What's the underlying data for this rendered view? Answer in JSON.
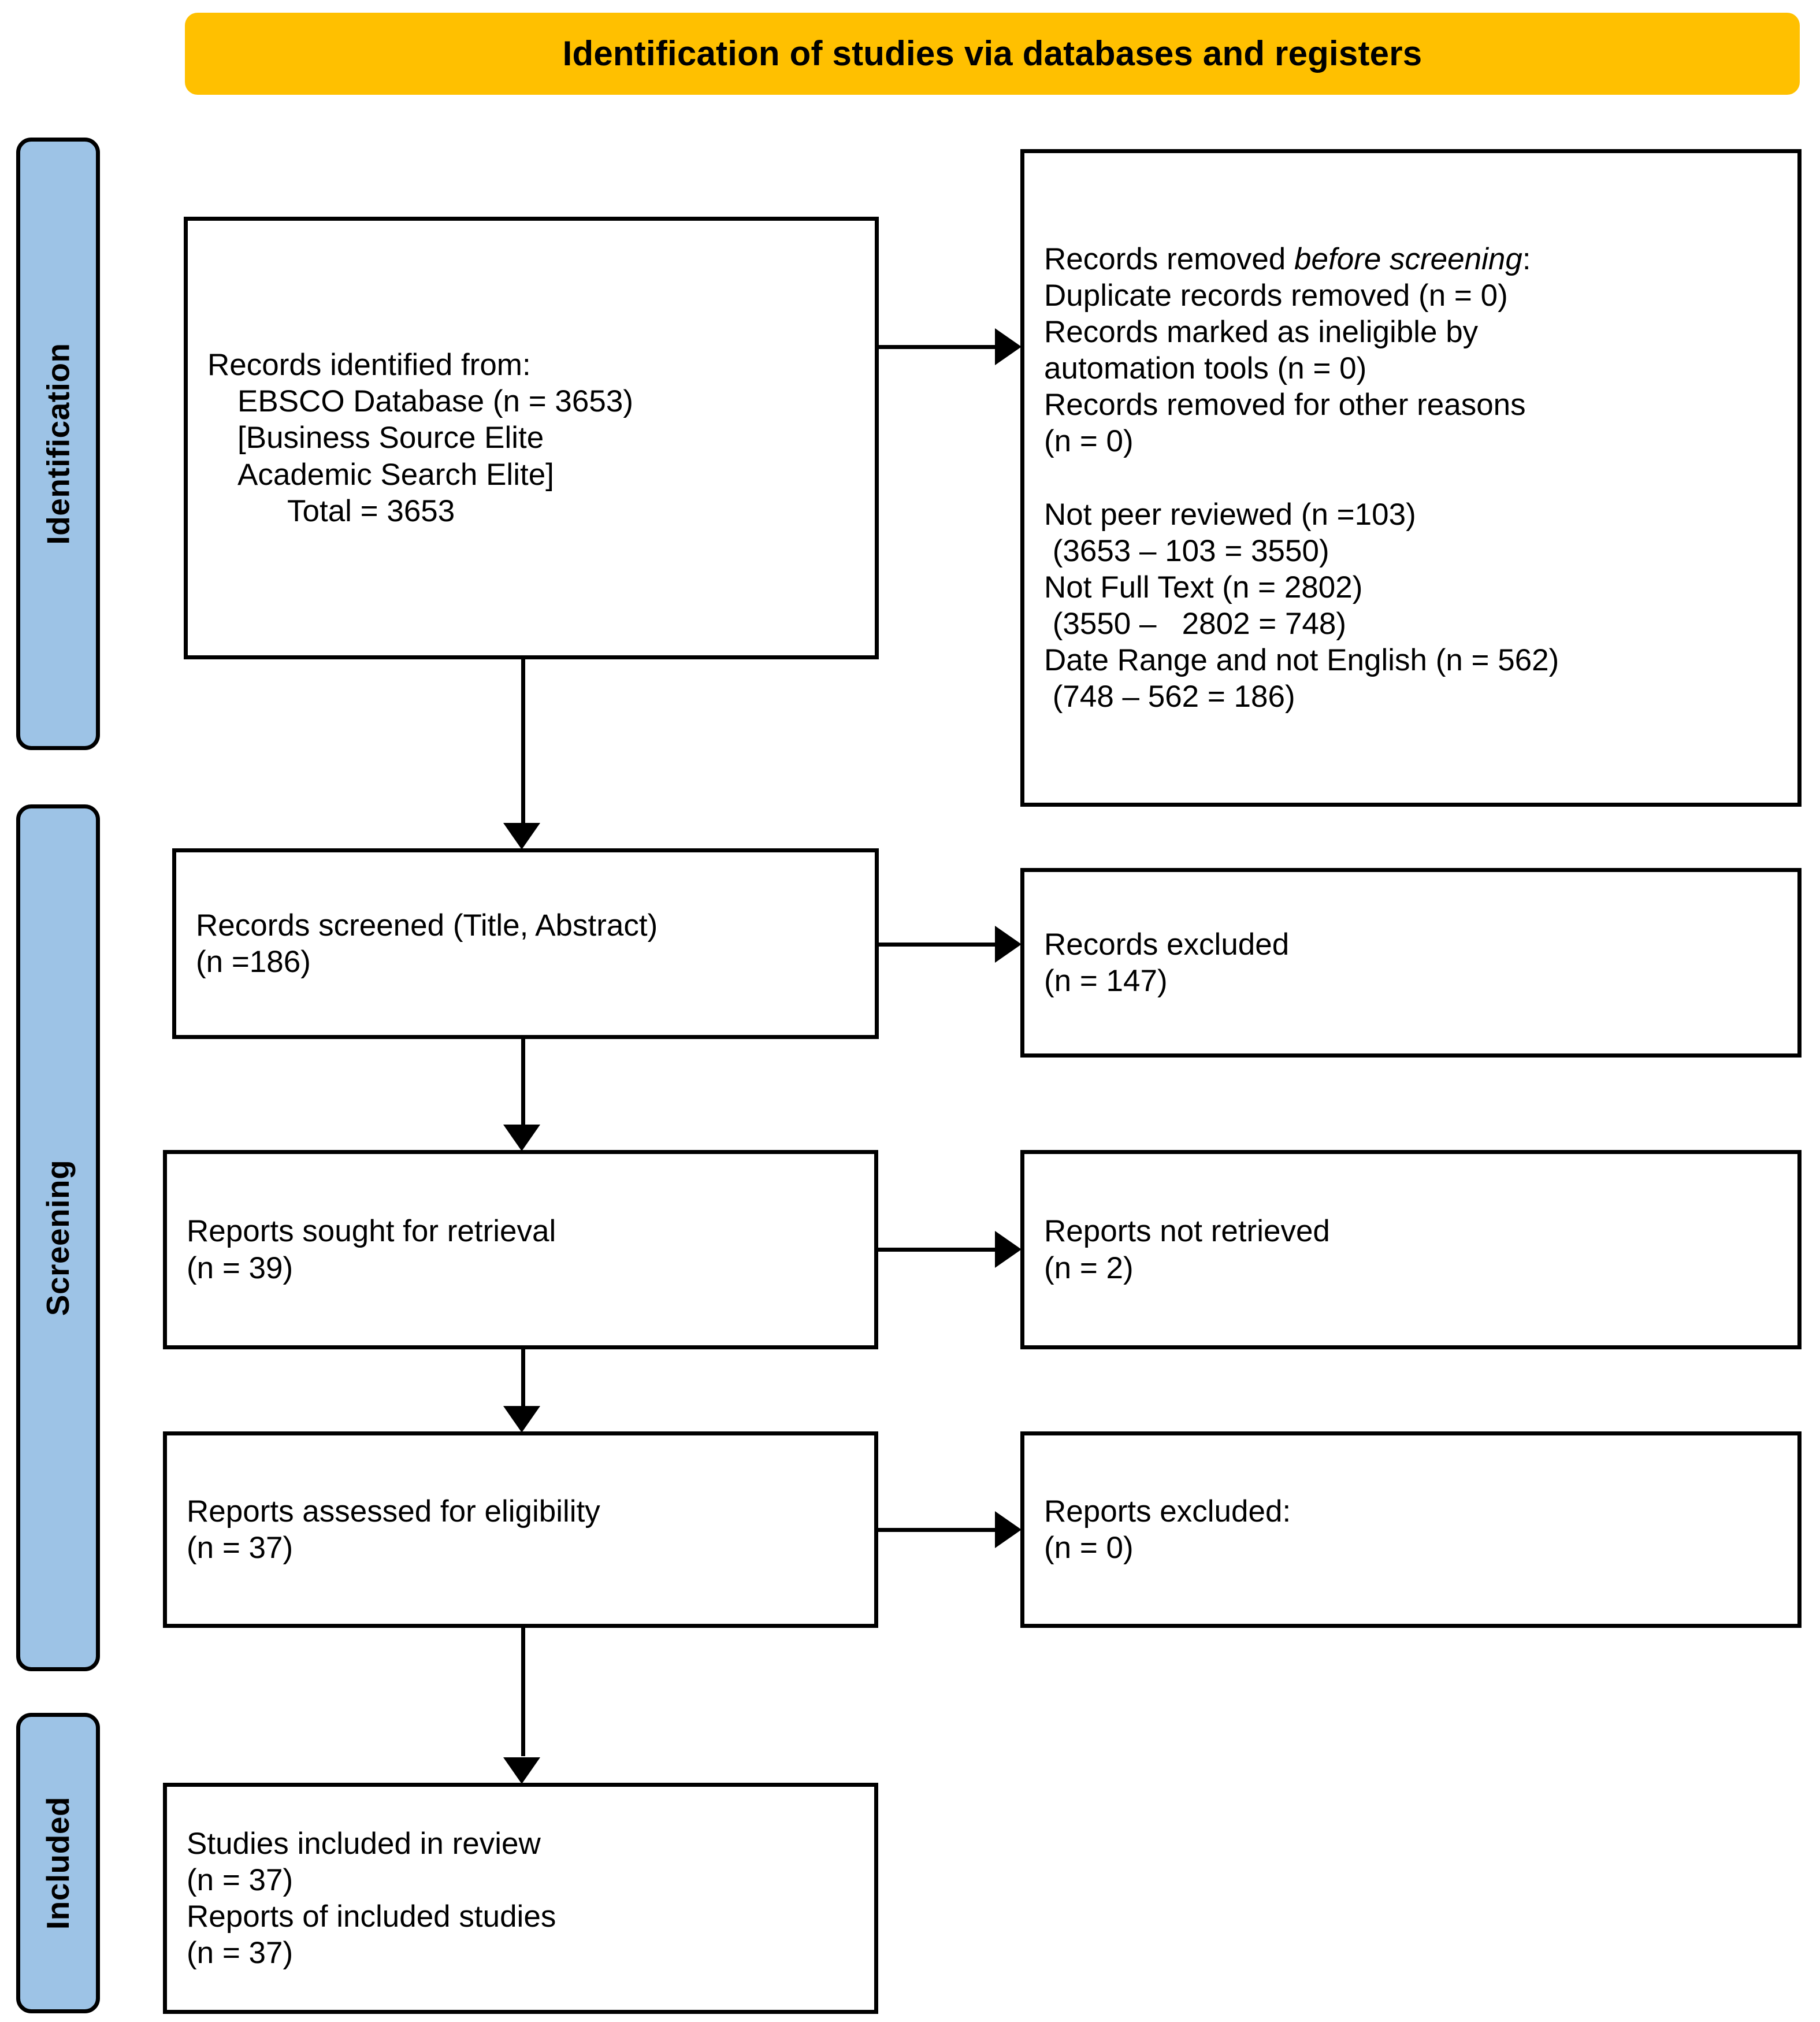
{
  "banner": {
    "title": "Identification of studies via databases and registers",
    "color": "#FFC000"
  },
  "rails": {
    "color": "#9DC3E6",
    "items": [
      {
        "label": "Identification"
      },
      {
        "label": "Screening"
      },
      {
        "label": "Included"
      }
    ]
  },
  "boxes": {
    "identified": {
      "lines": [
        "Records identified from:",
        "EBSCO Database (n = 3653)",
        "[Business Source Elite",
        "Academic Search Elite]",
        "Total = 3653"
      ]
    },
    "removed": {
      "heading_prefix": "Records removed ",
      "heading_italic": "before screening",
      "heading_suffix": ":",
      "lines": [
        "Duplicate records removed (n = 0)",
        "Records marked as ineligible by",
        "automation tools (n = 0)",
        "Records removed for other reasons",
        "(n = 0)",
        "",
        "Not peer reviewed (n =103)",
        " (3653 – 103 = 3550)",
        "Not Full Text (n = 2802)",
        " (3550 –   2802 = 748)",
        "Date Range and not English (n = 562)",
        " (748 – 562 = 186)"
      ]
    },
    "screened": {
      "lines": [
        "Records screened (Title, Abstract)",
        "(n =186)"
      ]
    },
    "records_excluded": {
      "lines": [
        "Records excluded",
        "(n = 147)"
      ]
    },
    "sought": {
      "lines": [
        "Reports sought for retrieval",
        "(n = 39)"
      ]
    },
    "not_retrieved": {
      "lines": [
        "Reports not retrieved",
        "(n = 2)"
      ]
    },
    "assessed": {
      "lines": [
        "Reports assessed for eligibility",
        "(n = 37)"
      ]
    },
    "reports_excluded": {
      "lines": [
        "Reports excluded:",
        "(n = 0)"
      ]
    },
    "included": {
      "lines": [
        "Studies included in review",
        "(n = 37)",
        "Reports of included studies",
        "(n = 37)"
      ]
    }
  },
  "chart_data": {
    "type": "diagram",
    "title": "Identification of studies via databases and registers",
    "stages": [
      "Identification",
      "Screening",
      "Included"
    ],
    "nodes": [
      {
        "id": "identified",
        "stage": "Identification",
        "label": "Records identified from: EBSCO Database",
        "n": 3653
      },
      {
        "id": "removed",
        "stage": "Identification",
        "label": "Records removed before screening",
        "duplicates": 0,
        "ineligible_automation": 0,
        "other_reasons": 0,
        "not_peer_reviewed": 103,
        "not_full_text": 2802,
        "date_range_and_not_english": 562
      },
      {
        "id": "screened",
        "stage": "Screening",
        "label": "Records screened (Title, Abstract)",
        "n": 186
      },
      {
        "id": "records_excluded",
        "stage": "Screening",
        "label": "Records excluded",
        "n": 147
      },
      {
        "id": "sought",
        "stage": "Screening",
        "label": "Reports sought for retrieval",
        "n": 39
      },
      {
        "id": "not_retrieved",
        "stage": "Screening",
        "label": "Reports not retrieved",
        "n": 2
      },
      {
        "id": "assessed",
        "stage": "Screening",
        "label": "Reports assessed for eligibility",
        "n": 37
      },
      {
        "id": "reports_excluded",
        "stage": "Screening",
        "label": "Reports excluded",
        "n": 0
      },
      {
        "id": "included_studies",
        "stage": "Included",
        "label": "Studies included in review",
        "n": 37
      },
      {
        "id": "included_reports",
        "stage": "Included",
        "label": "Reports of included studies",
        "n": 37
      }
    ],
    "edges": [
      {
        "from": "identified",
        "to": "removed",
        "direction": "right"
      },
      {
        "from": "identified",
        "to": "screened",
        "direction": "down"
      },
      {
        "from": "screened",
        "to": "records_excluded",
        "direction": "right"
      },
      {
        "from": "screened",
        "to": "sought",
        "direction": "down"
      },
      {
        "from": "sought",
        "to": "not_retrieved",
        "direction": "right"
      },
      {
        "from": "sought",
        "to": "assessed",
        "direction": "down"
      },
      {
        "from": "assessed",
        "to": "reports_excluded",
        "direction": "right"
      },
      {
        "from": "assessed",
        "to": "included_studies",
        "direction": "down"
      }
    ]
  }
}
